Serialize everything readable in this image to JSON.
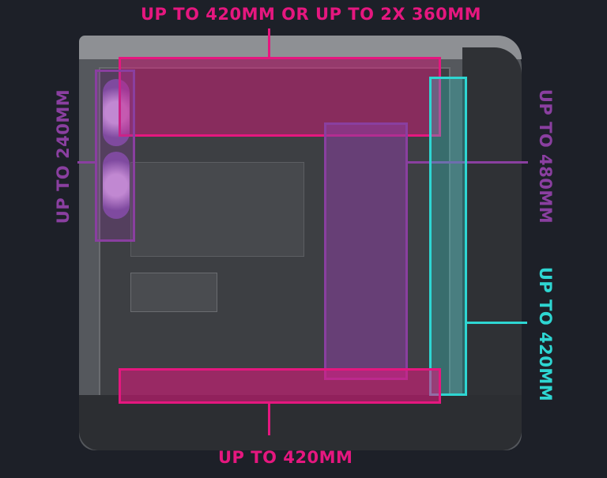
{
  "labels": {
    "top": "UP TO 420MM OR UP TO 2X 360MM",
    "left": "UP TO 240MM",
    "right_upper": "UP TO 480MM",
    "right_lower": "UP TO 420MM",
    "bottom": "UP TO 420MM"
  },
  "colors": {
    "background": "#1d2028",
    "pink": "#e5177f",
    "purple": "#8a3fa0",
    "cyan": "#2ed6d2"
  }
}
